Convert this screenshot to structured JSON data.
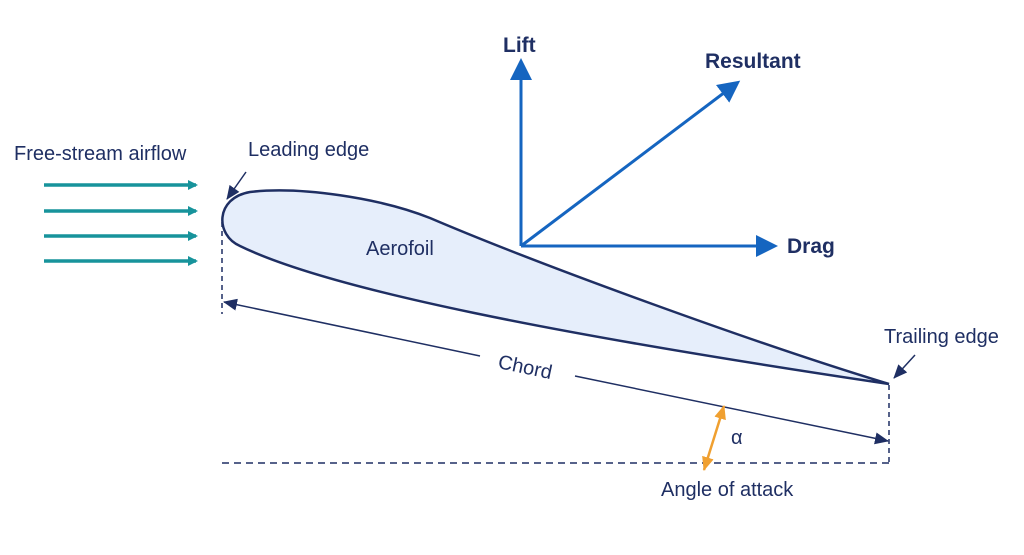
{
  "labels": {
    "free_stream": "Free-stream airflow",
    "leading_edge": "Leading edge",
    "aerofoil": "Aerofoil",
    "lift": "Lift",
    "resultant": "Resultant",
    "drag": "Drag",
    "trailing_edge": "Trailing edge",
    "chord": "Chord",
    "alpha": "α",
    "angle_of_attack": "Angle of attack"
  },
  "colors": {
    "airflow": "#17939b",
    "forces": "#1565c0",
    "outline": "#1f2f63",
    "aerofoil_fill": "#e6eefb",
    "angle": "#f0a030",
    "text": "#1f2f63"
  }
}
